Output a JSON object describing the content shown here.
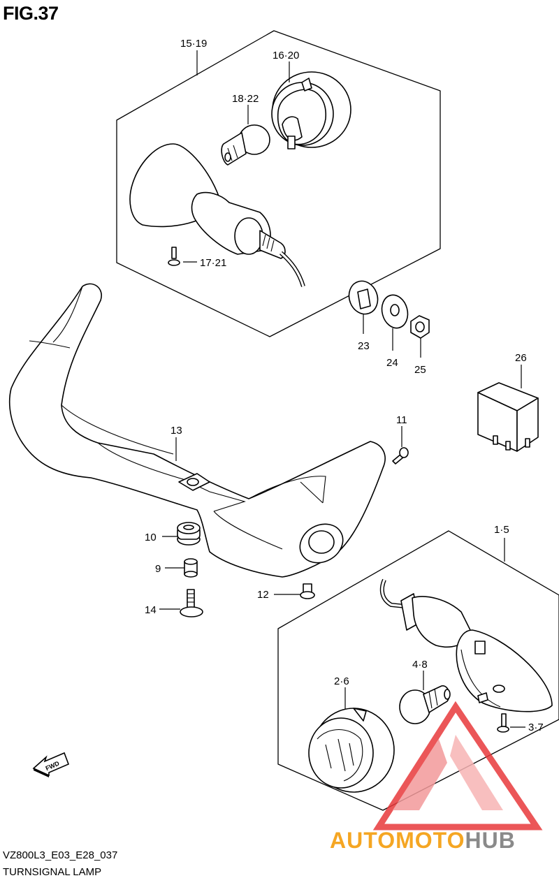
{
  "figure": {
    "title": "FIG.37",
    "code": "VZ800L3_E03_E28_037",
    "name": "TURNSIGNAL LAMP"
  },
  "labels": {
    "l15_19": "15·19",
    "l16_20": "16·20",
    "l18_22": "18·22",
    "l17_21": "17·21",
    "l23": "23",
    "l24": "24",
    "l25": "25",
    "l26": "26",
    "l13": "13",
    "l11": "11",
    "l10": "10",
    "l9": "9",
    "l14": "14",
    "l12": "12",
    "l1_5": "1·5",
    "l4_8": "4·8",
    "l2_6": "2·6",
    "l3_7": "3·7",
    "fwd": "FWD"
  },
  "watermark": {
    "part1": "AUTOMOTO",
    "part2": "HUB",
    "color_orange": "#f5a623",
    "color_gray": "#8a8a8a",
    "color_red": "#e8393b"
  }
}
